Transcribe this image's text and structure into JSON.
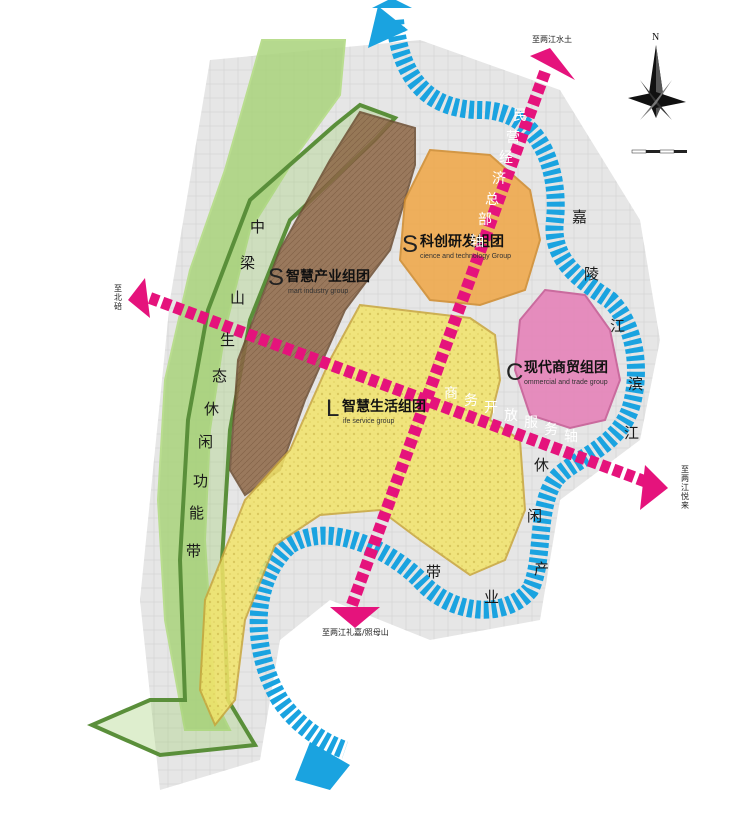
{
  "colors": {
    "green_belt": "#8dc35a",
    "green_belt_dark": "#5a8f3a",
    "industry": "#8d6746",
    "innovation": "#f0a644",
    "commerce": "#e583b9",
    "life": "#f2e46a",
    "river": "#1aa3e0",
    "axis": "#e5137c"
  },
  "zones": {
    "industry": {
      "letter": "S",
      "title": "智慧产业组团",
      "subtitle": "mart industry group"
    },
    "innovation": {
      "letter": "S",
      "title": "科创研发组团",
      "subtitle": "cience and technology Group"
    },
    "commerce": {
      "letter": "C",
      "title": "现代商贸组团",
      "subtitle": "ommercial and trade group"
    },
    "life": {
      "letter": "L",
      "title": "智慧生活组团",
      "subtitle": "ife   service group"
    }
  },
  "belts": {
    "green": [
      "中",
      "梁",
      "山",
      "生",
      "态",
      "休",
      "闲",
      "功",
      "能",
      "带"
    ],
    "river_name": [
      "嘉",
      "陵",
      "江",
      "滨",
      "江"
    ],
    "river_belt": [
      "休",
      "闲",
      "产",
      "业",
      "带"
    ]
  },
  "axes": {
    "north_south": [
      "民",
      "营",
      "经",
      "济",
      "总",
      "部",
      "轴"
    ],
    "east_west": [
      "商",
      "务",
      "开",
      "放",
      "服",
      "务",
      "轴"
    ]
  },
  "destinations": {
    "north": "至两江水土",
    "west": [
      "至",
      "北",
      "碚"
    ],
    "east": [
      "至",
      "两",
      "江",
      "悦",
      "来"
    ],
    "south": "至两江礼嘉/照母山"
  },
  "compass": {
    "label": "N",
    "icon": "north-arrow-icon"
  }
}
